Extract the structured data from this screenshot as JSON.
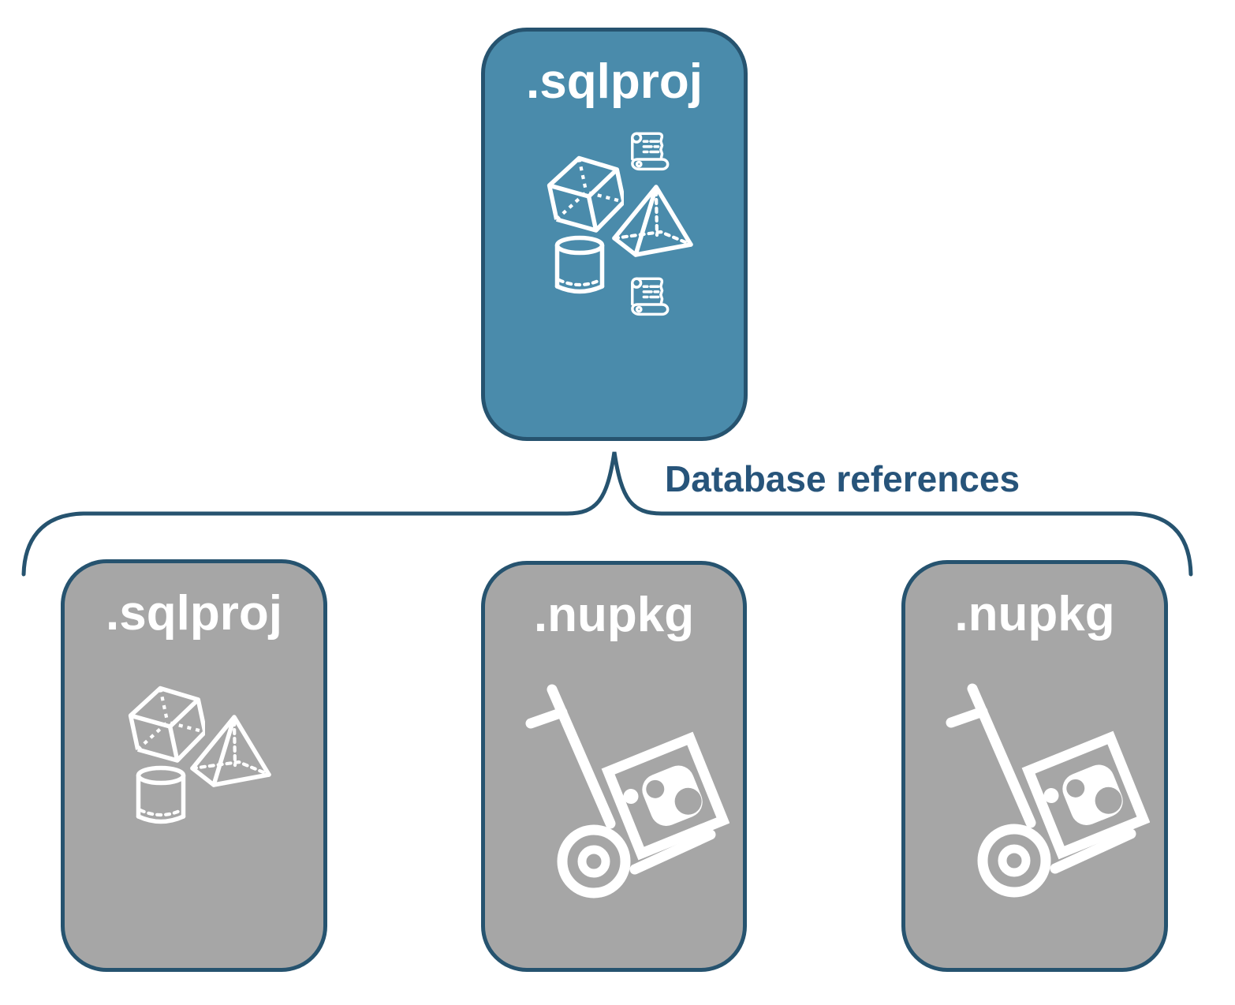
{
  "diagram": {
    "title_label": "Database references",
    "colors": {
      "accent_fill": "#4A8BAB",
      "neutral_fill": "#A6A6A6",
      "outline": "#26536F",
      "label_text": "#27547A",
      "icon_color": "#FFFFFF"
    },
    "root_node": {
      "label": ".sqlproj",
      "icons": [
        "script-scroll-icon",
        "cube-icon",
        "pyramid-icon",
        "cylinder-icon",
        "script-scroll-icon"
      ]
    },
    "child_nodes": [
      {
        "label": ".sqlproj",
        "icons": [
          "cube-icon",
          "pyramid-icon",
          "cylinder-icon"
        ]
      },
      {
        "label": ".nupkg",
        "icons": [
          "hand-truck-package-icon"
        ]
      },
      {
        "label": ".nupkg",
        "icons": [
          "hand-truck-package-icon"
        ]
      }
    ]
  }
}
